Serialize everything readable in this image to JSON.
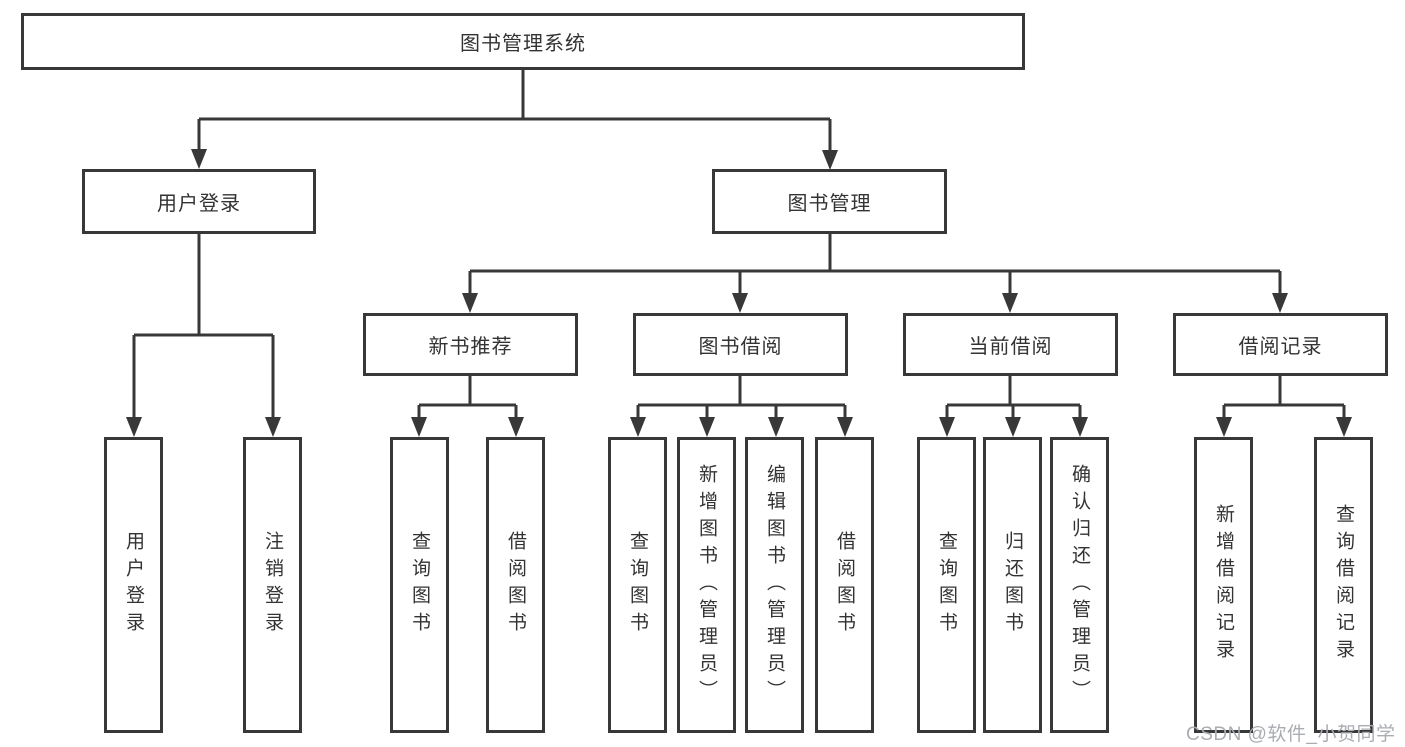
{
  "tree": {
    "label": "图书管理系统",
    "children": [
      {
        "label": "用户登录",
        "children": [
          {
            "label": "用户登录"
          },
          {
            "label": "注销登录"
          }
        ]
      },
      {
        "label": "图书管理",
        "children": [
          {
            "label": "新书推荐",
            "children": [
              {
                "label": "查询图书"
              },
              {
                "label": "借阅图书"
              }
            ]
          },
          {
            "label": "图书借阅",
            "children": [
              {
                "label": "查询图书"
              },
              {
                "label": "新增图书（管理员）"
              },
              {
                "label": "编辑图书（管理员）"
              },
              {
                "label": "借阅图书"
              }
            ]
          },
          {
            "label": "当前借阅",
            "children": [
              {
                "label": "查询图书"
              },
              {
                "label": "归还图书"
              },
              {
                "label": "确认归还（管理员）"
              }
            ]
          },
          {
            "label": "借阅记录",
            "children": [
              {
                "label": "新增借阅记录"
              },
              {
                "label": "查询借阅记录"
              }
            ]
          }
        ]
      }
    ]
  },
  "watermark": {
    "text": "CSDN @软件_小贺同学"
  },
  "colors": {
    "background": "#ffffff",
    "line": "#383838",
    "box_border": "#383838",
    "text": "#333333",
    "watermark": "#a9adb2"
  }
}
